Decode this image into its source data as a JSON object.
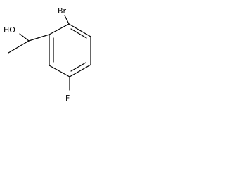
{
  "molecule": {
    "atoms": {
      "hydroxyl": "HO",
      "bromine": "Br",
      "fluorine": "F"
    }
  }
}
